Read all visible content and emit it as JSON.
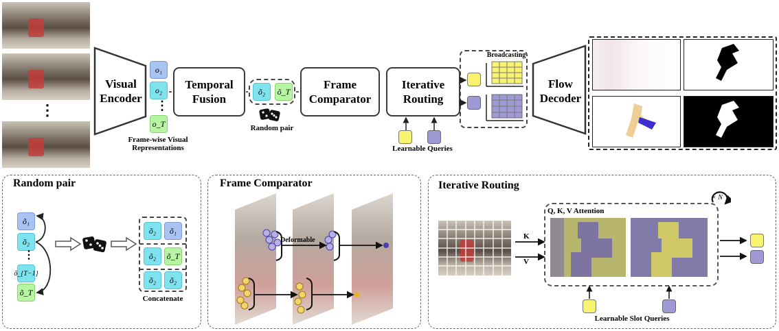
{
  "top": {
    "visual_encoder": "Visual Encoder",
    "temporal_fusion": "Temporal Fusion",
    "frame_comparator": "Frame Comparator",
    "iterative_routing": "Iterative Routing",
    "flow_decoder": "Flow Decoder",
    "frame_wise_label": "Frame-wise Visual Representations",
    "random_pair_label": "Random pair",
    "learnable_queries": "Learnable Queries",
    "broadcasting": "Broadcasting",
    "dots": "⋮",
    "tokens": {
      "o1": "o₁",
      "o2": "o₂",
      "oT": "o_T",
      "fused2": "õ₂",
      "fusedT": "õ_T"
    }
  },
  "panels": {
    "random_pair": {
      "title": "Random pair",
      "tokens": [
        "õ₁",
        "õ₂",
        "õ_{T−1}",
        "õ_T"
      ],
      "pairs": [
        [
          "õ₂",
          "õ₁"
        ],
        [
          "õ₂",
          "õ_T"
        ],
        [
          "õ₂",
          "õ₂"
        ]
      ],
      "concatenate": "Concatenate"
    },
    "frame_comparator": {
      "title": "Frame Comparator",
      "deformable": "Deformable"
    },
    "iterative_routing": {
      "title": "Iterative Routing",
      "qkv": "Q, K, V Attention",
      "k": "K",
      "v": "V",
      "times_n": "× N",
      "slot_queries": "Learnable Slot Queries"
    }
  }
}
